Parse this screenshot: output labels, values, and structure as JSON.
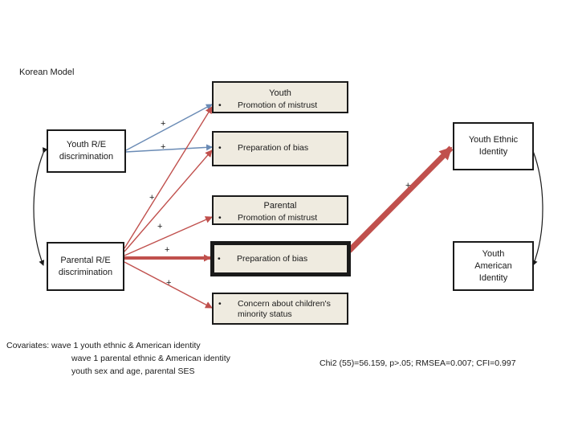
{
  "title": "Korean Model",
  "nodes": {
    "youth_re": "Youth R/E discrimination",
    "parental_re": "Parental R/E discrimination",
    "youth_ethnic": "Youth Ethnic Identity",
    "youth_american": "Youth American Identity"
  },
  "youth_group": {
    "header": "Youth",
    "items": [
      "Promotion of mistrust",
      "Preparation of bias"
    ]
  },
  "parental_group": {
    "header": "Parental",
    "items": [
      "Promotion of mistrust",
      "Preparation of bias",
      "Concern about children's minority status"
    ]
  },
  "bullet": "•",
  "plus_sign": "+",
  "covariates": {
    "label": "Covariates:",
    "line1": "wave 1 youth ethnic  & American identity",
    "line2": "wave 1 parental ethnic & American identity",
    "line3": "youth sex and age, parental SES"
  },
  "fit_stats": "Chi2 (55)=56.159, p>.05;   RMSEA=0.007;   CFI=0.997",
  "colors": {
    "blue_path": "#6a8bb5",
    "red_path": "#c0504d",
    "box_fill": "#efebe0",
    "border": "#1a1a1a"
  }
}
